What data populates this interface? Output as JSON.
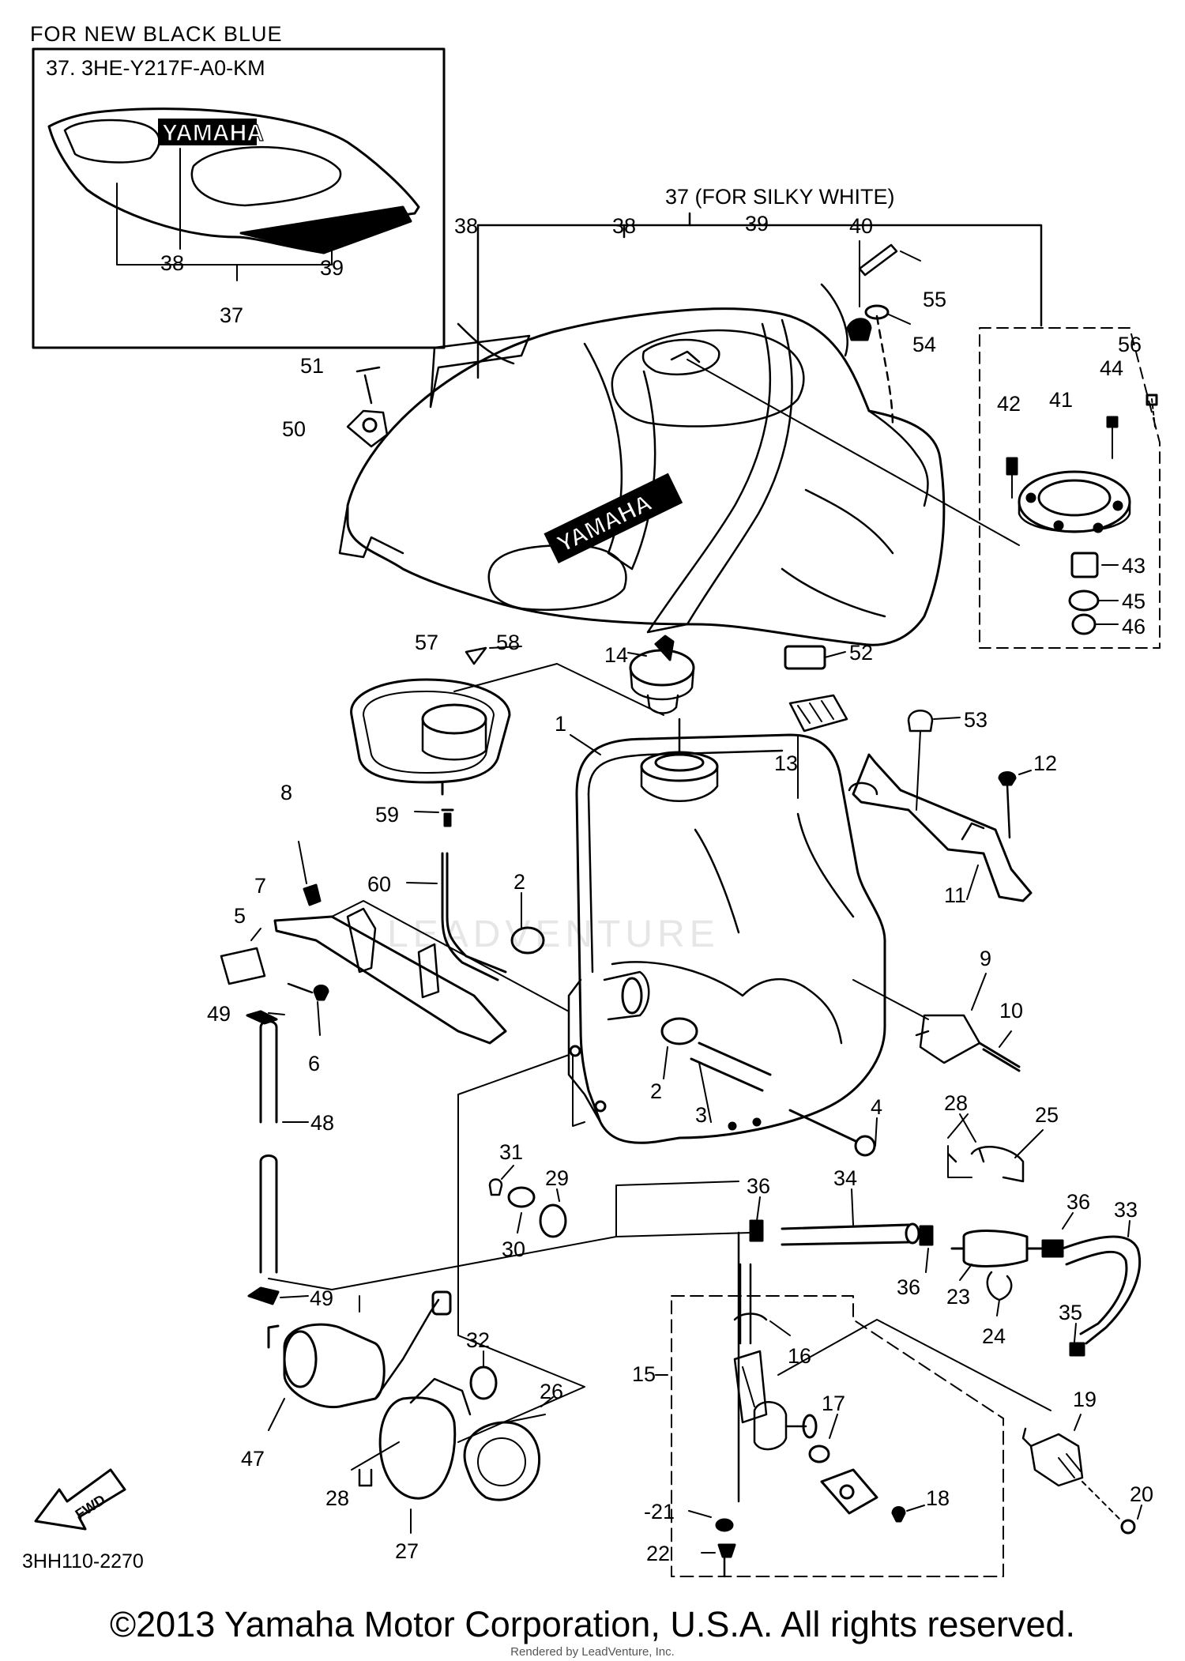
{
  "inset": {
    "header": "FOR NEW BLACK BLUE",
    "part_line": "37. 3HE-Y217F-A0-KM",
    "logo": "YAMAHA",
    "labels": [
      "38",
      "39",
      "37"
    ]
  },
  "group_label": "37 (FOR SILKY WHITE)",
  "tank_logo": "YAMAHA",
  "fwd_label": "FWD",
  "callouts": [
    "1",
    "2",
    "2",
    "3",
    "4",
    "5",
    "6",
    "7",
    "8",
    "9",
    "10",
    "11",
    "12",
    "13",
    "14",
    "15",
    "16",
    "17",
    "18",
    "19",
    "20",
    "-21",
    "22",
    "23",
    "24",
    "25",
    "26",
    "27",
    "28",
    "28",
    "29",
    "30",
    "31",
    "32",
    "33",
    "34",
    "35",
    "36",
    "36",
    "36",
    "38",
    "38",
    "39",
    "40",
    "41",
    "42",
    "43",
    "44",
    "45",
    "46",
    "47",
    "48",
    "49",
    "49",
    "50",
    "51",
    "52",
    "53",
    "54",
    "55",
    "56",
    "57",
    "58",
    "59",
    "60"
  ],
  "drawing_code": "3HH110-2270",
  "watermark": "LEADVENTURE",
  "copyright": "©2013 Yamaha Motor Corporation, U.S.A. All rights reserved.",
  "rendered_by": "Rendered by LeadVenture, Inc."
}
